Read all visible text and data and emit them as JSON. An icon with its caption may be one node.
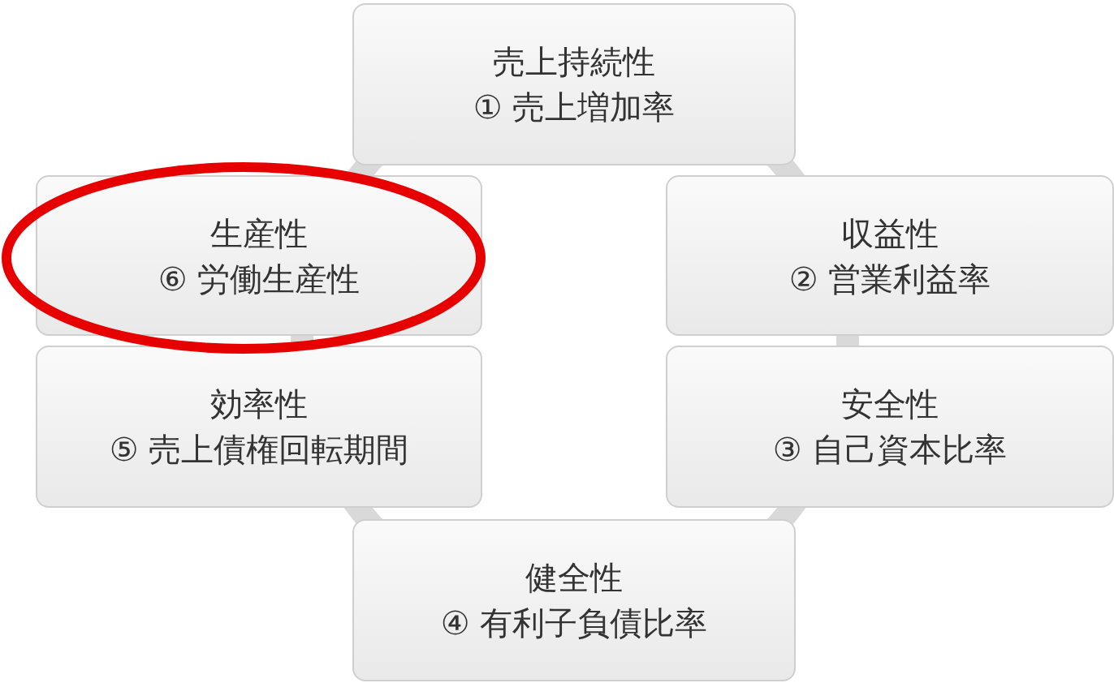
{
  "diagram": {
    "nodes": [
      {
        "text": [
          "売上持続性",
          "① 売上増加率"
        ]
      },
      {
        "text": [
          "生産性",
          "⑥ 労働生産性"
        ]
      },
      {
        "text": [
          "収益性",
          "② 営業利益率"
        ]
      },
      {
        "text": [
          "効率性",
          "⑤ 売上債権回転期間"
        ]
      },
      {
        "text": [
          "安全性",
          "③ 自己資本比率"
        ]
      },
      {
        "text": [
          "健全性",
          "④ 有利子負債比率"
        ]
      }
    ]
  }
}
